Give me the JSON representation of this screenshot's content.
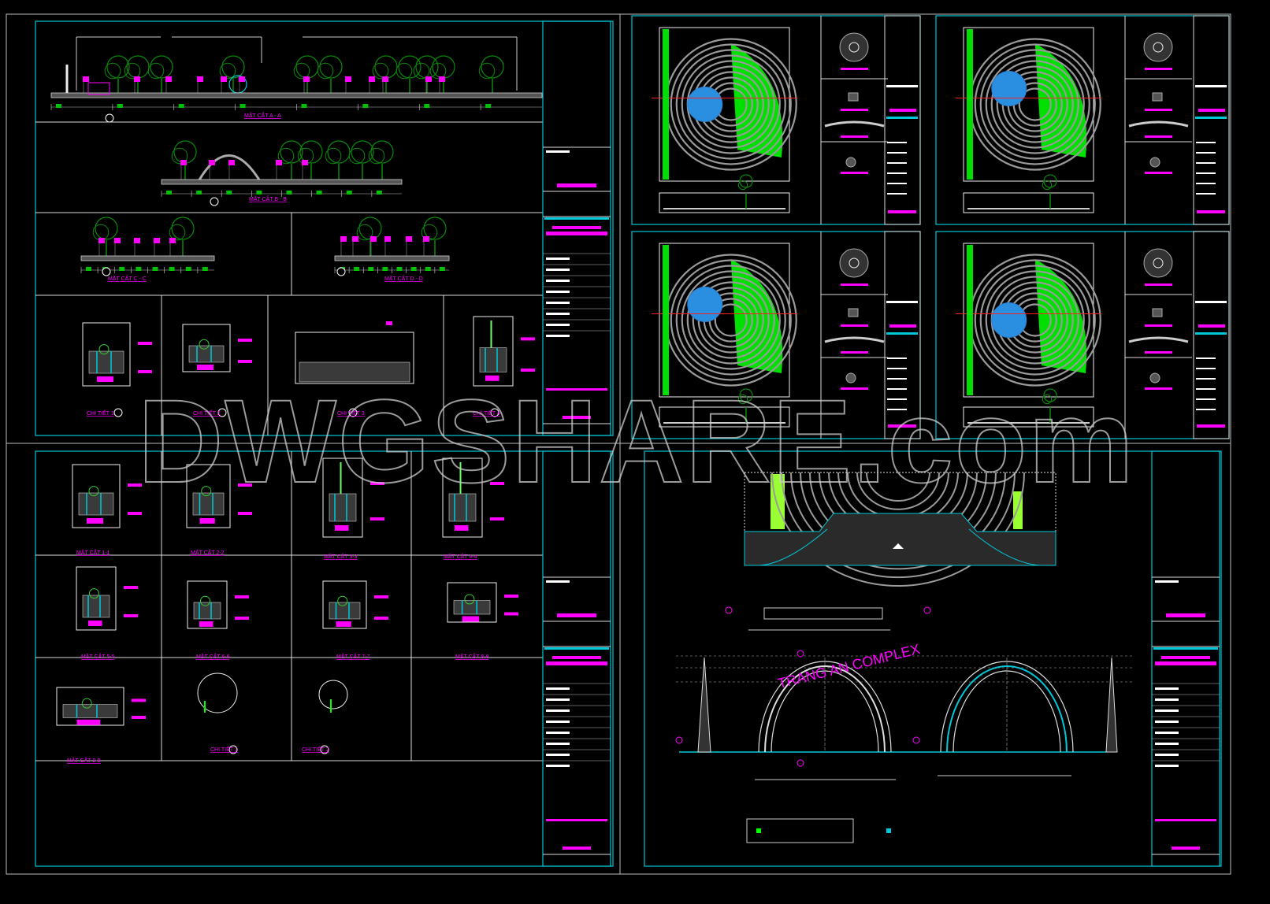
{
  "watermark": "DWGSHARE.com",
  "sheet1": {
    "sections": [
      "MẶT CẮT A - A",
      "MẶT CẮT B - B",
      "MẶT CẮT C - C",
      "MẶT CẮT D - D"
    ],
    "details": [
      "CHI TIẾT 1",
      "CHI TIẾT 2",
      "CHI TIẾT 3",
      "CHI TIẾT 4"
    ]
  },
  "sheet6": {
    "sections": [
      "MẶT CẮT 1-1",
      "MẶT CẮT 2-2",
      "MẶT CẮT 3-3",
      "MẶT CẮT 4-4",
      "MẶT CẮT 5-5",
      "MẶT CẮT 6-6",
      "MẶT CẮT 7-7",
      "MẶT CẮT 8-8",
      "MẶT CẮT 9-9"
    ],
    "details": [
      "CHI TIẾT 1",
      "CHI TIẾT 2"
    ]
  },
  "sheet7": {
    "arch_text": "TRANG AN COMPLEX"
  },
  "colors": {
    "frame": "#00c8d8",
    "label": "#ff00ff",
    "plant": "#0a8a0a",
    "lawn": "#00e000",
    "line": "#c8c8c8",
    "axis": "#ff2020"
  }
}
